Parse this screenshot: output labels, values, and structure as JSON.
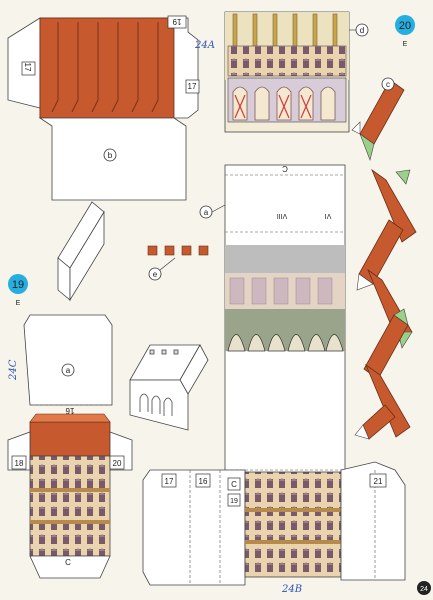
{
  "sheet": {
    "page_number": "24",
    "markers": {
      "m19": "19",
      "m20": "20",
      "sub": "E"
    },
    "labels": {
      "a": "a",
      "b": "b",
      "c": "c",
      "d": "d",
      "e": "e",
      "C": "C",
      "VIII": "VIII",
      "VI": "VI"
    },
    "numbers": {
      "n19a": "19",
      "n17a": "17",
      "n17b": "17",
      "n16a": "16",
      "n16b": "16",
      "n18": "18",
      "n20": "20",
      "n19b": "19",
      "n21": "21"
    },
    "handwritten": {
      "h1": "24A",
      "h2": "24C",
      "h3": "24B"
    }
  },
  "colors": {
    "roof": "#c65a2e",
    "marker": "#25aee0",
    "ink": "#2f55b5",
    "facade": "#e7cfa6"
  }
}
